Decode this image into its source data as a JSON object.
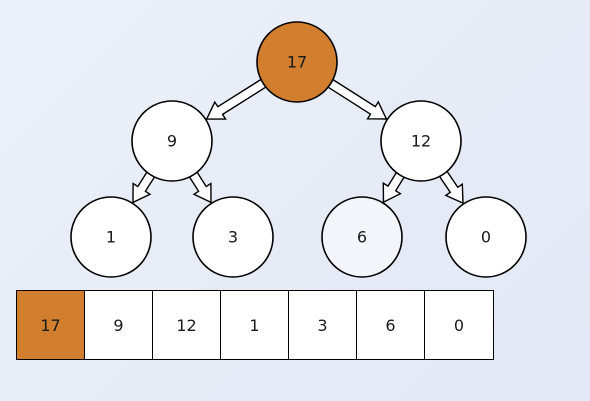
{
  "colors": {
    "highlight": "#d17f2e",
    "node_fill": "#ffffff",
    "node_faded_fill": "#f3f5fb",
    "stroke": "#000000"
  },
  "tree": {
    "nodes": [
      {
        "id": "n0",
        "label": "17",
        "highlight": true
      },
      {
        "id": "n1",
        "label": "9",
        "highlight": false
      },
      {
        "id": "n2",
        "label": "12",
        "highlight": false
      },
      {
        "id": "n3",
        "label": "1",
        "highlight": false
      },
      {
        "id": "n4",
        "label": "3",
        "highlight": false
      },
      {
        "id": "n5",
        "label": "6",
        "highlight": false,
        "faded": true
      },
      {
        "id": "n6",
        "label": "0",
        "highlight": false
      }
    ],
    "edges": [
      {
        "from": "n0",
        "to": "n1"
      },
      {
        "from": "n0",
        "to": "n2"
      },
      {
        "from": "n1",
        "to": "n3"
      },
      {
        "from": "n1",
        "to": "n4"
      },
      {
        "from": "n2",
        "to": "n5"
      },
      {
        "from": "n2",
        "to": "n6"
      }
    ]
  },
  "array": {
    "cells": [
      {
        "value": "17",
        "highlight": true
      },
      {
        "value": "9",
        "highlight": false
      },
      {
        "value": "12",
        "highlight": false
      },
      {
        "value": "1",
        "highlight": false
      },
      {
        "value": "3",
        "highlight": false
      },
      {
        "value": "6",
        "highlight": false
      },
      {
        "value": "0",
        "highlight": false
      }
    ]
  }
}
